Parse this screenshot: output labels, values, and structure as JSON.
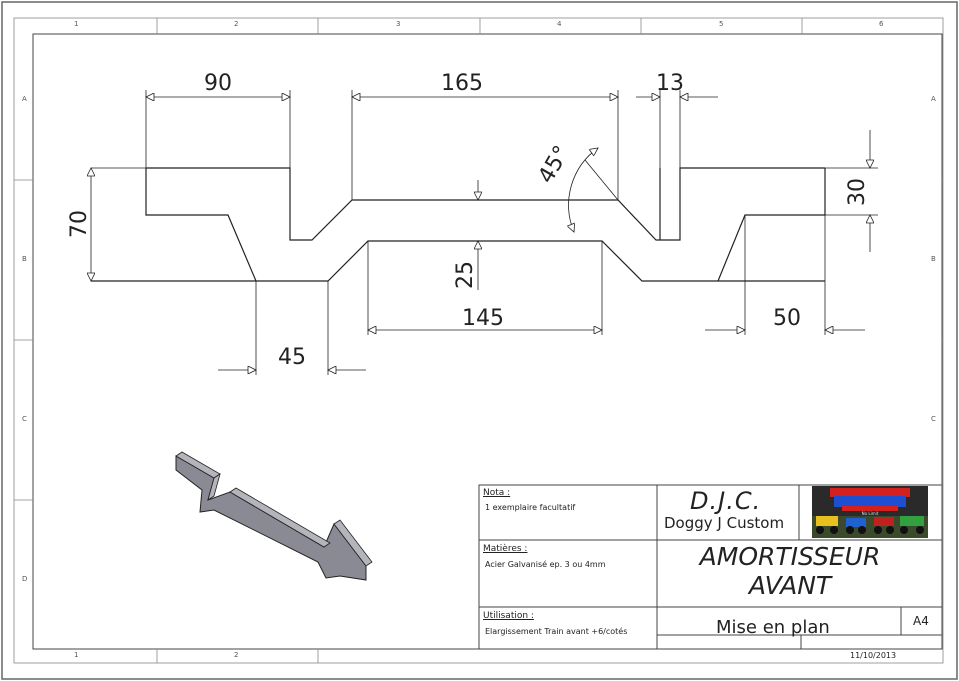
{
  "zones": {
    "top_columns": [
      "1",
      "2",
      "3",
      "4",
      "5",
      "6"
    ],
    "bottom_columns": [
      "1",
      "2"
    ],
    "rows_left": [
      "A",
      "B",
      "C",
      "D"
    ],
    "rows_right": [
      "A",
      "B",
      "C"
    ]
  },
  "dimensions": {
    "d90": "90",
    "d165": "165",
    "d13": "13",
    "d70": "70",
    "d30": "30",
    "d25": "25",
    "d145": "145",
    "d45": "45",
    "d50": "50",
    "angle": "45°"
  },
  "title_block": {
    "nota_label": "Nota :",
    "nota_value": "1 exemplaire facultatif",
    "matieres_label": "Matières :",
    "matieres_value": "Acier Galvanisé ep. 3 ou 4mm",
    "utilisation_label": "Utilisation :",
    "utilisation_value": "Elargissement Train avant +6/cotés",
    "company": "D.J.C.",
    "company_full": "Doggy J Custom",
    "title_line1": "AMORTISSEUR",
    "title_line2": "AVANT",
    "view": "Mise en plan",
    "sheet_size": "A4",
    "date": "11/10/2013",
    "logo_text": "No Limit"
  },
  "colors": {
    "line": "#222222",
    "frame": "#555555",
    "part_fill": "#8a8a94",
    "part_top": "#b4b4bc",
    "logo_blue": "#1f4fd1",
    "logo_red": "#d52020"
  }
}
